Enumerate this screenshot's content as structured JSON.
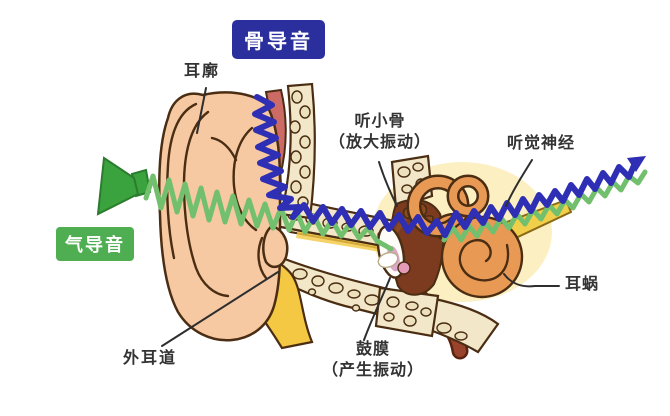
{
  "diagram": {
    "badges": {
      "bone_conduction": "骨导音",
      "air_conduction": "气导音"
    },
    "labels": {
      "pinna": "耳廓",
      "ossicles": "听小骨",
      "ossicles_note": "（放大振动）",
      "auditory_nerve": "听觉神经",
      "cochlea": "耳蜗",
      "ear_canal": "外耳道",
      "eardrum": "鼓膜",
      "eardrum_note": "（产生振动）"
    },
    "icons": {
      "speaker": "loudspeaker emitting sound waves",
      "bone_wave_arrow": "arrowhead on bone-conduction wave"
    }
  },
  "colors": {
    "bg": "#ffffff",
    "bone_badge_bg": "#2b2f9e",
    "air_badge_bg": "#4fae52",
    "badge_text": "#ffffff",
    "label_text": "#333333",
    "pointer_line": "#2e2e2e",
    "bone_wave": "#2e2fb4",
    "air_wave": "#72bf6d",
    "speaker": "#3aa33d",
    "skin": "#f6c9a2",
    "outline": "#4a2d12",
    "bone": "#f2e7c9",
    "pebble": "#ede0bd",
    "cartilage": "#f4c842",
    "muscle": "#cc6a66",
    "device_blue": "#2a2ec0",
    "middle_ear": "#7c3a1e",
    "ossicle": "#8a4a22",
    "cochlea": "#e89a55",
    "halo": "#fcefc2",
    "nerve": "#f2cf4a",
    "tube": "#9a432c",
    "tube_outline": "#5a2410",
    "eardrum_fill": "#fdfcf8",
    "eardrum_inner": "#daa8c6",
    "pink_blob": "#e59ab8"
  }
}
